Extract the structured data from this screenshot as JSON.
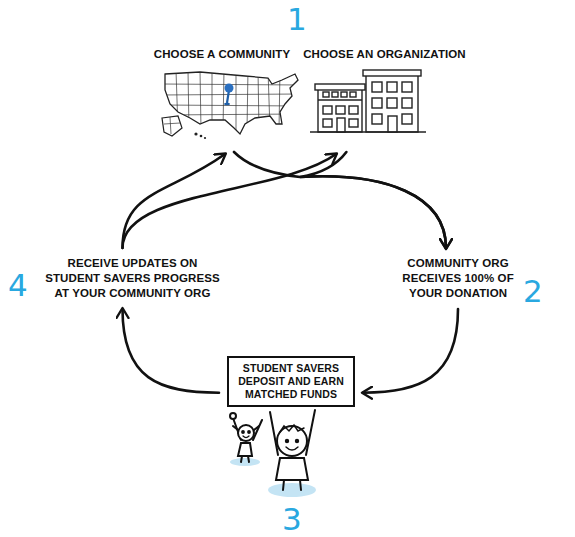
{
  "diagram": {
    "nodes": [
      {
        "text": [
          "CHOOSE A COMMUNITY"
        ]
      },
      {
        "text": [
          "CHOOSE AN ORGANIZATION"
        ]
      },
      {
        "text": [
          "COMMUNITY ORG RECEIVES 100% OF YOUR DONATION"
        ]
      },
      {
        "text": [
          "STUDENT SAVERS DEPOSIT AND EARN MATCHED FUNDS"
        ]
      },
      {
        "text": [
          "RECEIVE UPDATES ON STUDENT SAVERS PROGRESS AT YOUR COMMUNITY ORG"
        ]
      }
    ],
    "edges": [
      {
        "from": 0,
        "to": 2,
        "arrow": "to"
      },
      {
        "from": 1,
        "to": 2,
        "arrow": "to"
      },
      {
        "from": 2,
        "to": 3,
        "arrow": "to"
      },
      {
        "from": 3,
        "to": 4,
        "arrow": "to"
      },
      {
        "from": 4,
        "to": 0,
        "arrow": "to"
      },
      {
        "from": 4,
        "to": 1,
        "arrow": "to"
      }
    ],
    "labels": [
      "1",
      "2",
      "3",
      "4"
    ]
  }
}
